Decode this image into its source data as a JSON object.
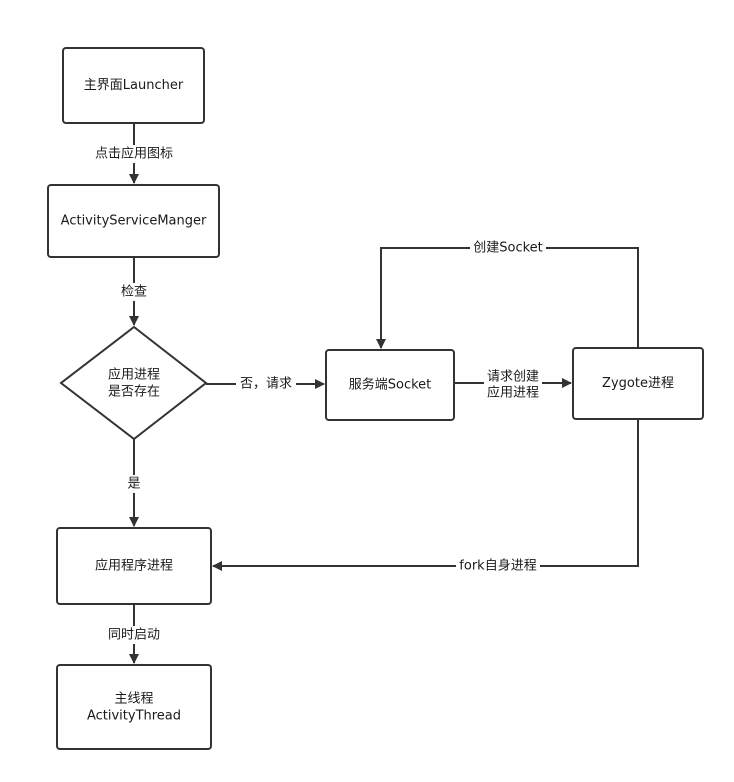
{
  "nodes": {
    "launcher": "主界面Launcher",
    "ams": "ActivityServiceManger",
    "decision_line1": "应用进程",
    "decision_line2": "是否存在",
    "server_socket": "服务端Socket",
    "zygote": "Zygote进程",
    "app_process": "应用程序进程",
    "main_thread_line1": "主线程",
    "main_thread_line2": "ActivityThread"
  },
  "edges": {
    "click_icon": "点击应用图标",
    "check": "检查",
    "no_request": "否，请求",
    "request_create_line1": "请求创建",
    "request_create_line2": "应用进程",
    "create_socket": "创建Socket",
    "yes": "是",
    "fork_self": "fork自身进程",
    "start_simultaneously": "同时启动"
  },
  "colors": {
    "stroke": "#333333",
    "background": "#ffffff",
    "text": "#1a1a1a"
  }
}
